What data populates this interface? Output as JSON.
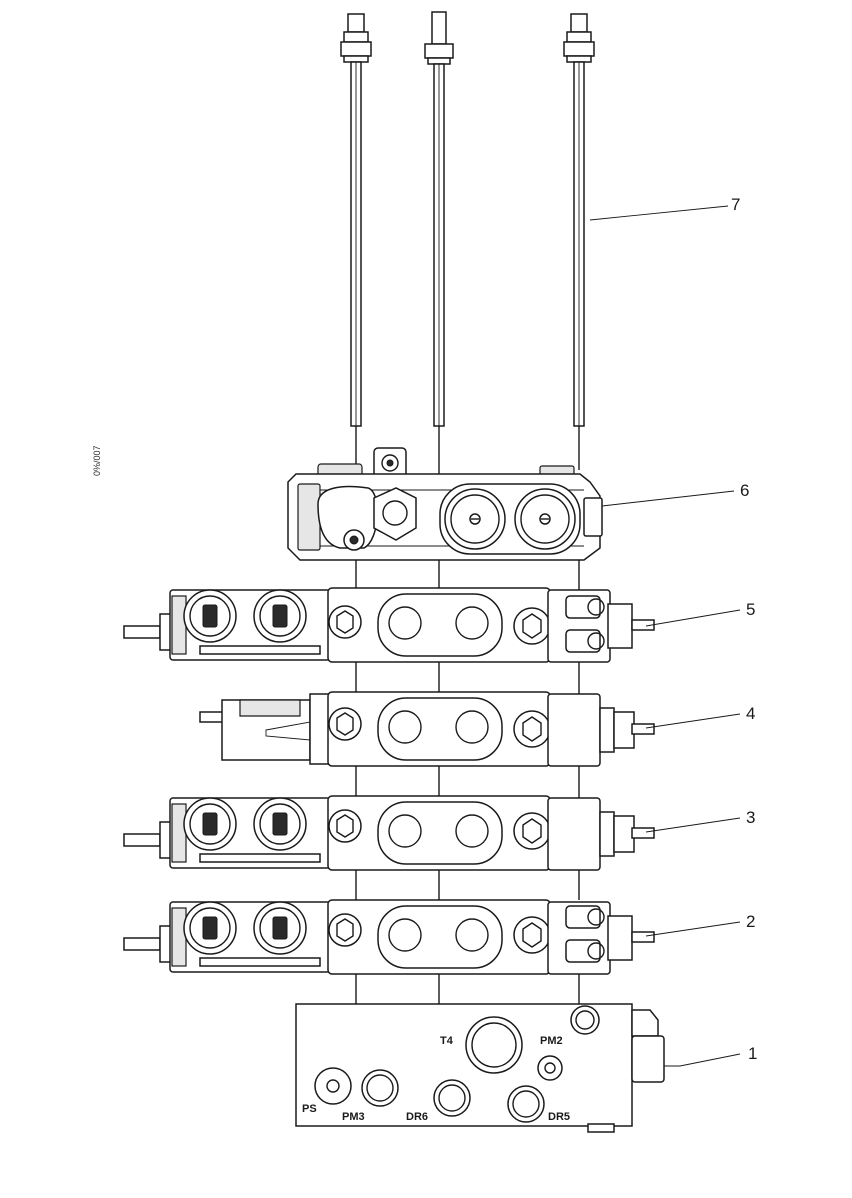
{
  "diagram": {
    "drawing_code": "0%/007",
    "callouts": [
      "1",
      "2",
      "3",
      "4",
      "5",
      "6",
      "7"
    ],
    "ports": {
      "t4": "T4",
      "pm2": "PM2",
      "ps": "PS",
      "pm3": "PM3",
      "dr6": "DR6",
      "dr5": "DR5"
    }
  }
}
